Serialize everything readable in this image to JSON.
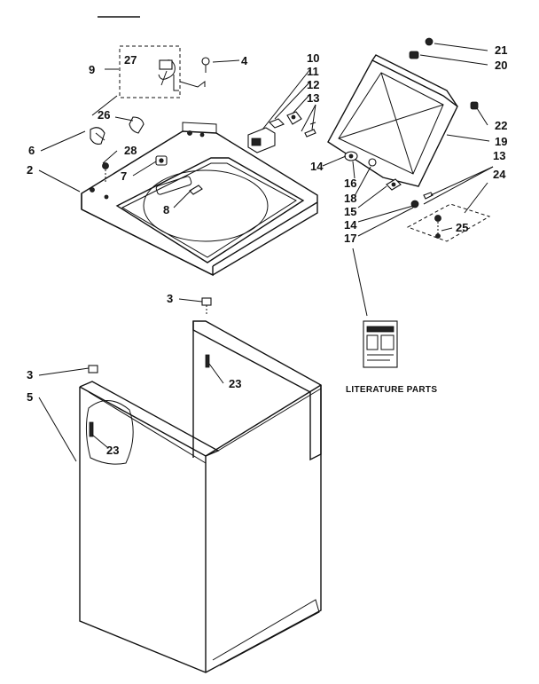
{
  "diagram": {
    "literature_label": "LITERATURE PARTS",
    "callouts": [
      "2",
      "3",
      "3",
      "4",
      "5",
      "6",
      "7",
      "8",
      "9",
      "10",
      "11",
      "12",
      "13",
      "13",
      "14",
      "14",
      "15",
      "16",
      "17",
      "18",
      "19",
      "20",
      "21",
      "22",
      "23",
      "23",
      "24",
      "25",
      "26",
      "27",
      "28"
    ]
  }
}
